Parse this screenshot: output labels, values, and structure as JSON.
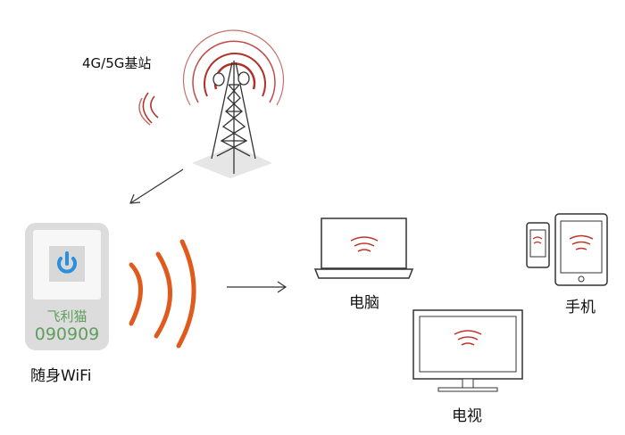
{
  "labels": {
    "base_station": "4G/5G基站",
    "wifi_device": "随身WiFi",
    "laptop": "电脑",
    "phone": "手机",
    "tv": "电视"
  },
  "device": {
    "brand": "飞利猫",
    "code": "090909"
  },
  "colors": {
    "signal_red": "#b0302a",
    "wave_orange": "#e05a1e",
    "power_blue": "#2a8fdc",
    "device_text": "#5f9e5f"
  }
}
